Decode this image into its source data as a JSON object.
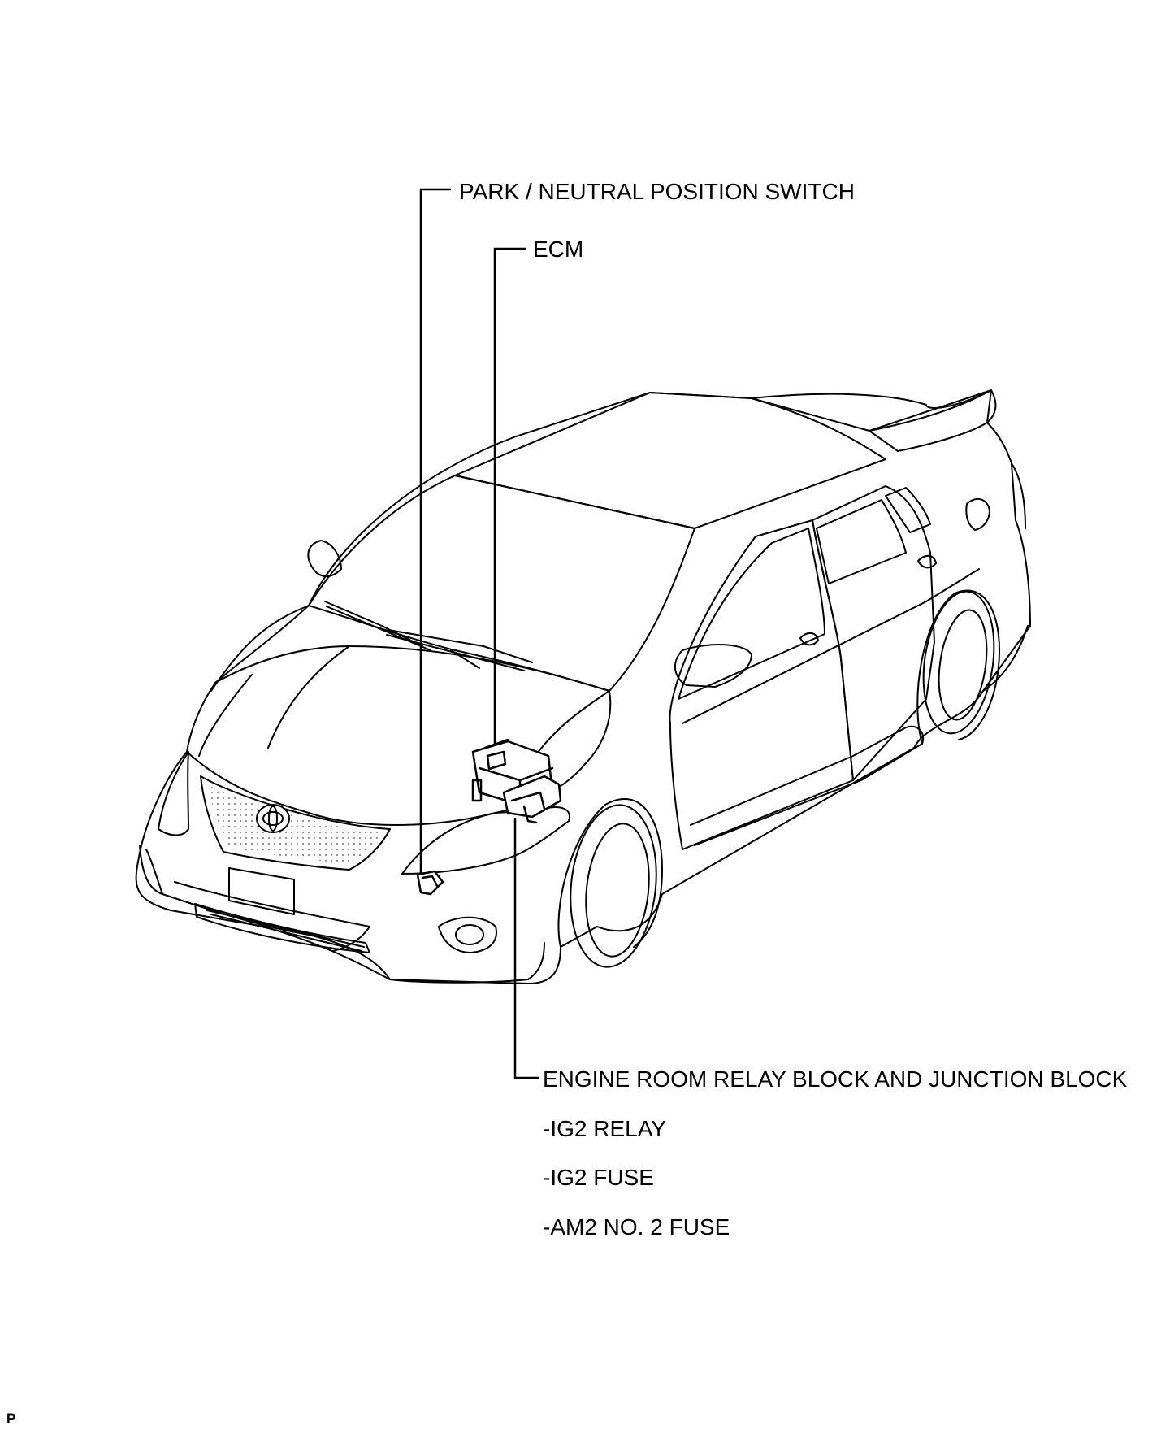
{
  "callouts": {
    "park_neutral": "PARK / NEUTRAL POSITION SWITCH",
    "ecm": "ECM",
    "relay_block": "ENGINE ROOM RELAY BLOCK AND JUNCTION BLOCK",
    "ig2_relay": "-IG2 RELAY",
    "ig2_fuse": "-IG2 FUSE",
    "am2_fuse": "-AM2 NO. 2 FUSE"
  },
  "figure_code": "P",
  "colors": {
    "line": "#000000",
    "background": "#ffffff"
  }
}
